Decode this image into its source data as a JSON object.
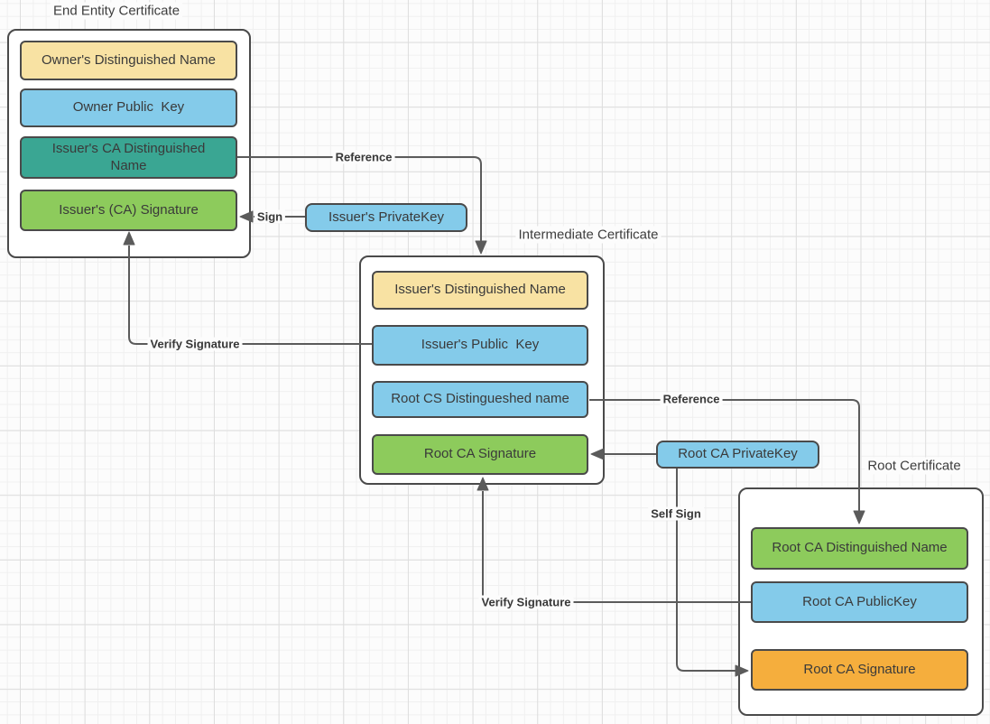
{
  "palette": {
    "yellow": "#F8E2A3",
    "blue": "#84CBEA",
    "teal": "#3AA693",
    "green": "#8DCB5C",
    "orange": "#F5AE3D",
    "wire": "#5B5B5B",
    "shape_border": "#4A4A4A",
    "canvas_bg": "#FCFCFC"
  },
  "diagram": {
    "groups": [
      {
        "title": "End Entity Certificate",
        "fields": [
          {
            "label": "Owner's Distinguished Name",
            "color": "yellow"
          },
          {
            "label": "Owner Public  Key",
            "color": "blue"
          },
          {
            "label": "Issuer's CA Distinguished Name",
            "color": "teal"
          },
          {
            "label": "Issuer's (CA) Signature",
            "color": "green"
          }
        ]
      },
      {
        "title": "Intermediate Certificate",
        "fields": [
          {
            "label": "Issuer's Distinguished Name",
            "color": "yellow"
          },
          {
            "label": "Issuer's Public  Key",
            "color": "blue"
          },
          {
            "label": "Root CS Distingueshed name",
            "color": "blue"
          },
          {
            "label": "Root CA Signature",
            "color": "green"
          }
        ]
      },
      {
        "title": "Root Certificate",
        "fields": [
          {
            "label": "Root CA Distinguished Name",
            "color": "green"
          },
          {
            "label": "Root CA PublicKey",
            "color": "blue"
          },
          {
            "label": "Root CA Signature",
            "color": "orange"
          }
        ]
      }
    ],
    "keys": [
      {
        "label": "Issuer's PrivateKey",
        "color": "blue"
      },
      {
        "label": "Root CA PrivateKey",
        "color": "blue"
      }
    ],
    "connector_labels": [
      {
        "label": "Reference"
      },
      {
        "label": "Sign"
      },
      {
        "label": "Verify Signature"
      },
      {
        "label": "Reference"
      },
      {
        "label": "Self Sign"
      },
      {
        "label": "Verify Signature"
      }
    ]
  }
}
